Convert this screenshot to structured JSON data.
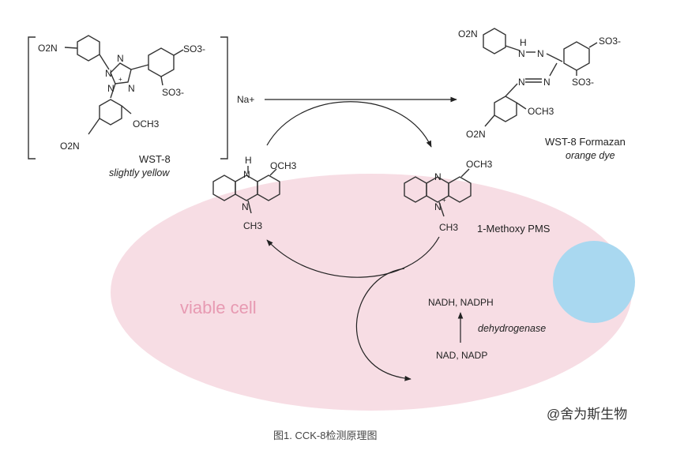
{
  "reactant": {
    "name": "WST-8",
    "color_desc": "slightly yellow",
    "groups": {
      "o2n_top": "O2N",
      "so3_a": "SO3-",
      "so3_b": "SO3-",
      "och3": "OCH3",
      "o2n_bottom": "O2N"
    }
  },
  "product": {
    "name": "WST-8 Formazan",
    "color_desc": "orange dye",
    "groups": {
      "o2n_top": "O2N",
      "so3_a": "SO3-",
      "so3_b": "SO3-",
      "och3": "OCH3",
      "o2n_bottom": "O2N",
      "nh": "H"
    }
  },
  "cation": "Na+",
  "reduced_pms": {
    "h": "H",
    "och3": "OCH3",
    "ch3": "CH3"
  },
  "oxidized_pms": {
    "och3": "OCH3",
    "ch3": "CH3",
    "name": "1-Methoxy PMS"
  },
  "cell": {
    "label": "viable cell"
  },
  "cofactors": {
    "reduced": "NADH, NADPH",
    "oxidized": "NAD, NADP",
    "enzyme": "dehydrogenase"
  },
  "watermark": "@舍为斯生物",
  "figure_caption": "图1. CCK-8检测原理图",
  "colors": {
    "cell_fill": "#f7dde4",
    "nucleus_fill": "#a9d8f0",
    "cell_label": "#e79ab2",
    "ink": "#222222"
  }
}
